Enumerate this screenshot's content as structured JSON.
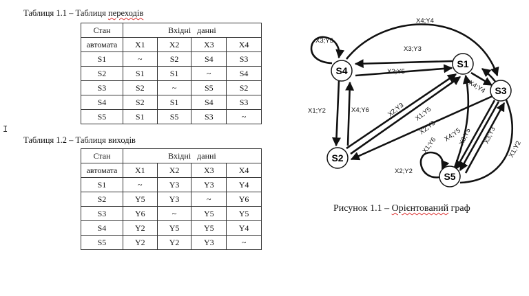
{
  "table1": {
    "caption_prefix": "Таблиця 1.1 – Таблиця ",
    "caption_word": "переходів",
    "header_state_1": "Стан",
    "header_state_2": "автомата",
    "header_inputs": "Вхідні   данні",
    "columns": [
      "X1",
      "X2",
      "X3",
      "X4"
    ],
    "rows": [
      {
        "state": "S1",
        "cells": [
          "~",
          "S2",
          "S4",
          "S3"
        ]
      },
      {
        "state": "S2",
        "cells": [
          "S1",
          "S1",
          "~",
          "S4"
        ]
      },
      {
        "state": "S3",
        "cells": [
          "S2",
          "~",
          "S5",
          "S2"
        ]
      },
      {
        "state": "S4",
        "cells": [
          "S2",
          "S1",
          "S4",
          "S3"
        ]
      },
      {
        "state": "S5",
        "cells": [
          "S1",
          "S5",
          "S3",
          "~"
        ]
      }
    ]
  },
  "table2": {
    "caption_prefix": "Таблиця 1.2 – Таблиця ",
    "caption_word": "виходів",
    "header_state_1": "Стан",
    "header_state_2": "автомата",
    "header_inputs": "Вхідні   данні",
    "columns": [
      "X1",
      "X2",
      "X3",
      "X4"
    ],
    "rows": [
      {
        "state": "S1",
        "cells": [
          "~",
          "Y3",
          "Y3",
          "Y4"
        ]
      },
      {
        "state": "S2",
        "cells": [
          "Y5",
          "Y3",
          "~",
          "Y6"
        ]
      },
      {
        "state": "S3",
        "cells": [
          "Y6",
          "~",
          "Y5",
          "Y5"
        ]
      },
      {
        "state": "S4",
        "cells": [
          "Y2",
          "Y5",
          "Y5",
          "Y4"
        ]
      },
      {
        "state": "S5",
        "cells": [
          "Y2",
          "Y2",
          "Y3",
          "~"
        ]
      }
    ]
  },
  "cursor_glyph": "I",
  "graph": {
    "nodes": {
      "s1": "S1",
      "s2": "S2",
      "s3": "S3",
      "s4": "S4",
      "s5": "S5"
    },
    "edge_labels": {
      "s4_s3_top": "X4;Y4",
      "s4_loop": "X3;Y5",
      "s1_s4": "X3;Y3",
      "s4_s1": "X2;Y5",
      "s1_s3": "X4;Y4",
      "s4_s2": "X1;Y2",
      "s2_s4": "X4;Y6",
      "s2_s1_a": "X2;Y3",
      "s2_s1_b": "X1;Y5",
      "s3_s2": "X2;Y3",
      "s5_s1": "X1;Y6",
      "s3_s5_a": "X4;Y5",
      "s3_s5_b": "X3;Y5",
      "s5_s3": "X3;Y3",
      "s5_loop": "X2;Y2",
      "s5_s1_right": "X1;Y2"
    }
  },
  "figure_caption": {
    "prefix": "Рисунок 1.1 – ",
    "word1": "Орієнтований",
    "suffix": " граф"
  },
  "colors": {
    "ink": "#111111",
    "spellcheck": "#dd3333"
  }
}
